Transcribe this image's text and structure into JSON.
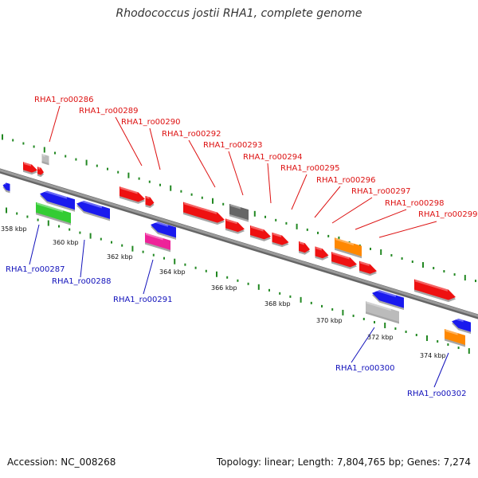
{
  "title": "Rhodococcus jostii RHA1, complete genome",
  "footer": {
    "accession": "Accession: NC_008268",
    "stats": "Topology: linear; Length: 7,804,765 bp; Genes: 7,274"
  },
  "colors": {
    "backbone": "#888888",
    "tick": "#228822",
    "label_forward": "#dd1111",
    "label_reverse": "#1111bb",
    "red": "#ee1111",
    "blue": "#1a1aee",
    "green": "#33cc33",
    "gray": "#bbbbbb",
    "darkgray": "#666666",
    "pink": "#ee2299",
    "orange": "#ff8800"
  },
  "scale_labels": [
    "358 kbp",
    "360 kbp",
    "362 kbp",
    "364 kbp",
    "366 kbp",
    "368 kbp",
    "370 kbp",
    "372 kbp",
    "374 kbp"
  ],
  "forward_labels": [
    "RHA1_ro00286",
    "RHA1_ro00289",
    "RHA1_ro00290",
    "RHA1_ro00292",
    "RHA1_ro00293",
    "RHA1_ro00294",
    "RHA1_ro00295",
    "RHA1_ro00296",
    "RHA1_ro00297",
    "RHA1_ro00298",
    "RHA1_ro00299"
  ],
  "reverse_labels": [
    "RHA1_ro00287",
    "RHA1_ro00288",
    "RHA1_ro00291",
    "RHA1_ro00300",
    "RHA1_ro00302"
  ]
}
